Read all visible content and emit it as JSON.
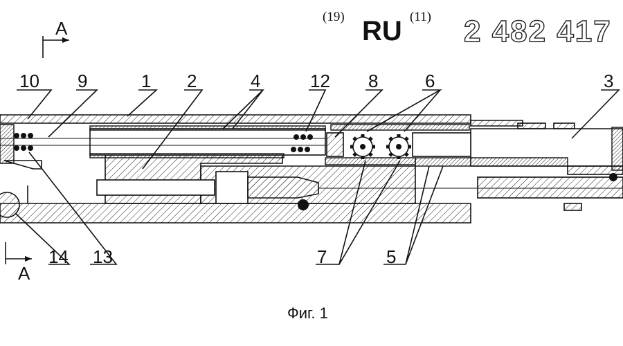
{
  "header": {
    "code19": "(19)",
    "country": "RU",
    "code11": "(11)",
    "patent_number": "2 482 417"
  },
  "section_marks": {
    "top": "A",
    "bottom": "A"
  },
  "labels": {
    "l10": "10",
    "l9": "9",
    "l1": "1",
    "l2": "2",
    "l4": "4",
    "l12": "12",
    "l8": "8",
    "l6": "6",
    "l3": "3",
    "l14": "14",
    "l13": "13",
    "l7": "7",
    "l5": "5"
  },
  "caption": "Фиг. 1"
}
